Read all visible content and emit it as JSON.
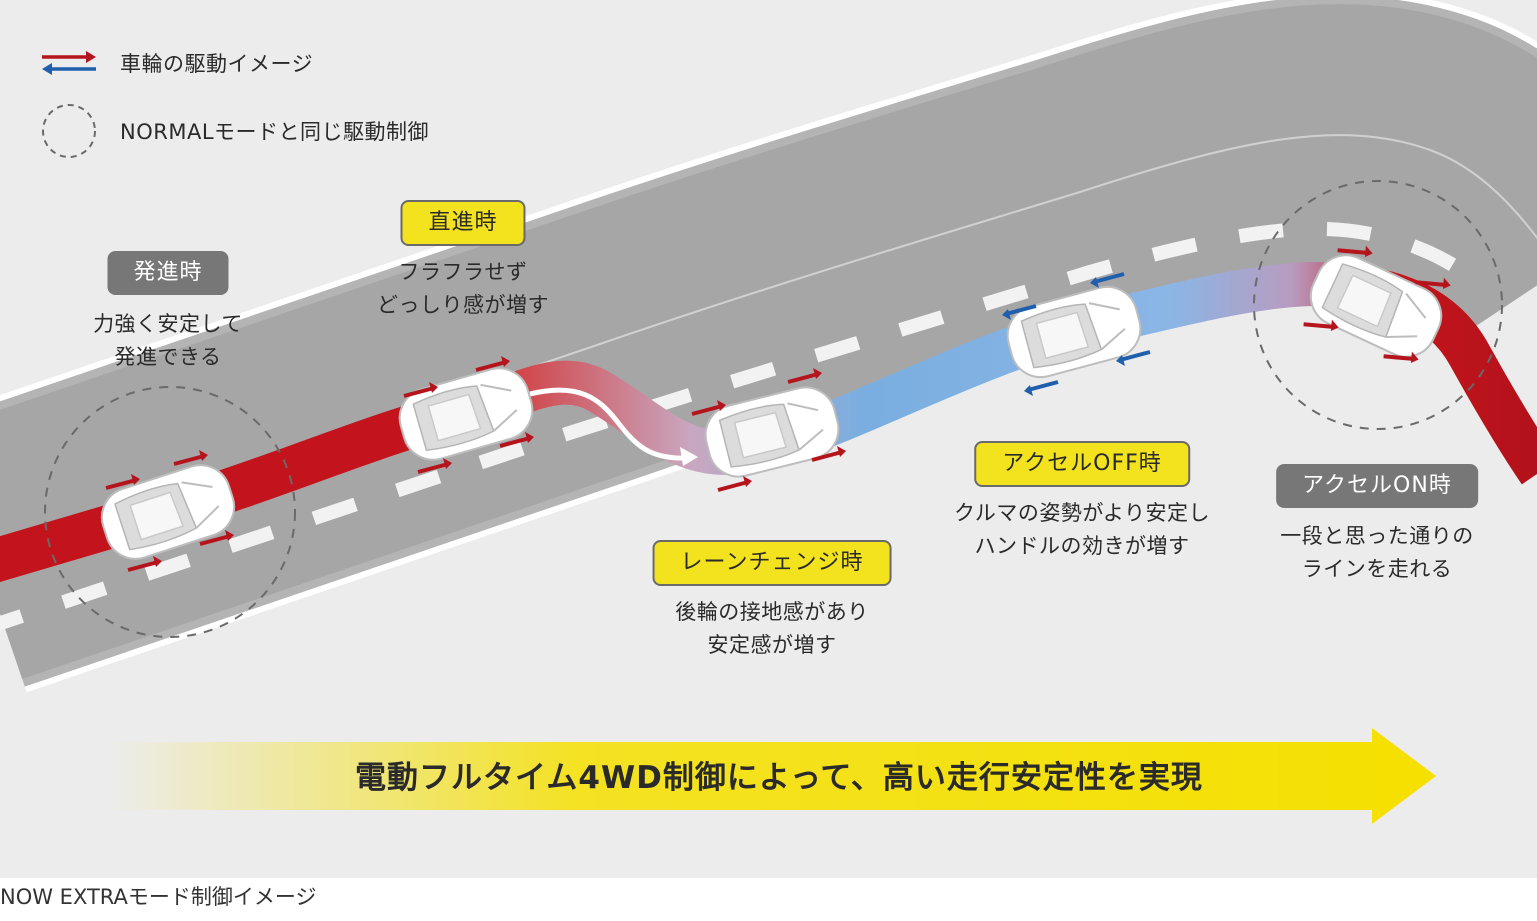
{
  "legend": [
    {
      "icon": "drive-arrows-icon",
      "label": "車輪の駆動イメージ"
    },
    {
      "icon": "dashed-circle-icon",
      "label": "NORMALモードと同じ駆動制御"
    }
  ],
  "scenes": [
    {
      "id": "start",
      "tag": "発進時",
      "tag_style": "gray",
      "desc": [
        "力強く安定して",
        "発進できる"
      ]
    },
    {
      "id": "straight",
      "tag": "直進時",
      "tag_style": "yellow",
      "desc": [
        "フラフラせず",
        "どっしり感が増す"
      ]
    },
    {
      "id": "lane-change",
      "tag": "レーンチェンジ時",
      "tag_style": "yellow",
      "desc": [
        "後輪の接地感があり",
        "安定感が増す"
      ]
    },
    {
      "id": "accel-off",
      "tag": "アクセルOFF時",
      "tag_style": "yellow",
      "desc": [
        "クルマの姿勢がより安定し",
        "ハンドルの効きが増す"
      ]
    },
    {
      "id": "accel-on",
      "tag": "アクセルON時",
      "tag_style": "gray",
      "desc": [
        "一段と思った通りの",
        "ラインを走れる"
      ]
    }
  ],
  "banner": {
    "text": "電動フルタイム4WD制御によって、高い走行安定性を実現"
  },
  "caption": "NOW EXTRAモード制御イメージ",
  "colors": {
    "drive_red": "#b5141d",
    "regen_blue": "#1f5fae",
    "tag_yellow": "#f3e21e",
    "tag_gray": "#777777",
    "road": "#a6a6a6",
    "banner_yellow": "#f5e000"
  }
}
